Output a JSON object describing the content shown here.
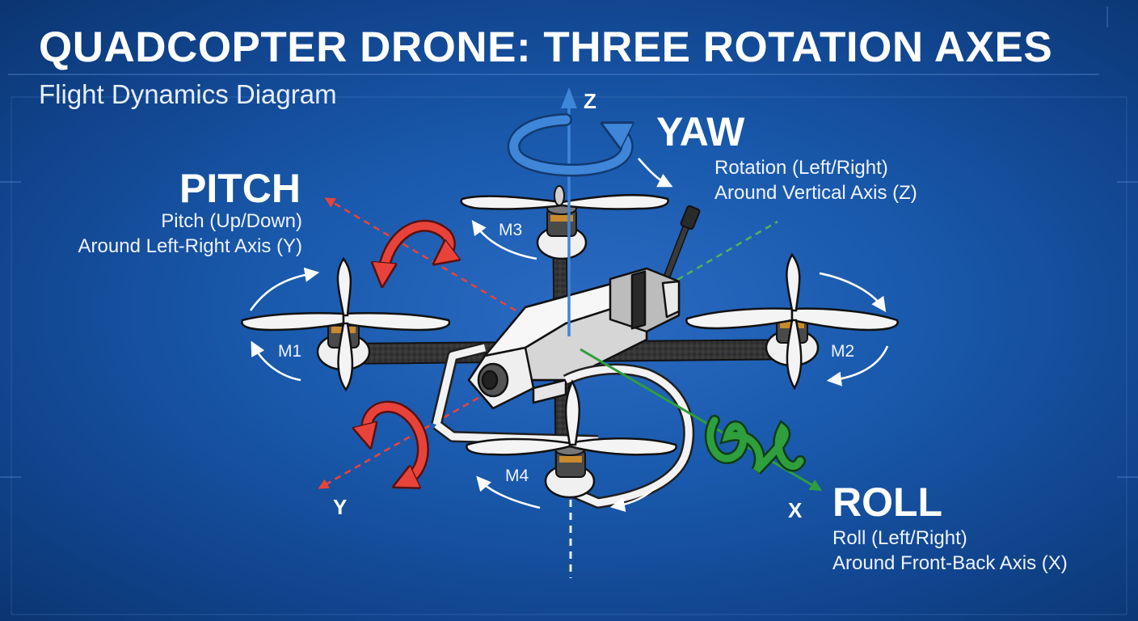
{
  "header": {
    "title": "QUADCOPTER DRONE: THREE ROTATION AXES",
    "subtitle": "Flight Dynamics Diagram"
  },
  "pitch": {
    "title": "PITCH",
    "line1": "Pitch (Up/Down)",
    "line2": "Around Left-Right Axis (Y)",
    "color": "#e8433a"
  },
  "yaw": {
    "title": "YAW",
    "line1": "Rotation (Left/Right)",
    "line2": "Around Vertical Axis (Z)",
    "color": "#3f86d9"
  },
  "roll": {
    "title": "ROLL",
    "line1": "Roll (Left/Right)",
    "line2": "Around Front-Back Axis (X)",
    "color": "#2f9e3c"
  },
  "axes": {
    "z": "Z",
    "y": "Y",
    "x": "X"
  },
  "motors": {
    "m1": "M1",
    "m2": "M2",
    "m3": "M3",
    "m4": "M4"
  },
  "colors": {
    "background": "#1a5aad",
    "frame": "#2b2b2b",
    "body": "#ededed"
  }
}
